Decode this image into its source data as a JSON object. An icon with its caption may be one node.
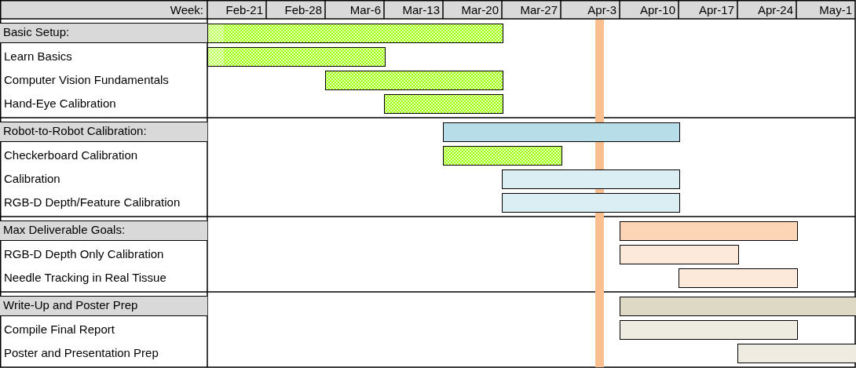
{
  "diagram": {
    "nodes": [
      {
        "text": [
          "Basic Setup:"
        ]
      },
      {
        "text": [],
        "shape": "bar"
      },
      {
        "text": [],
        "shape": "bar"
      },
      {
        "text": [],
        "shape": "bar"
      },
      {
        "text": [],
        "shape": "bar"
      },
      {
        "text": [
          "Robot-to-Robot Calibration:"
        ]
      },
      {
        "text": [],
        "shape": "bar"
      },
      {
        "text": [],
        "shape": "bar"
      },
      {
        "text": [],
        "shape": "bar"
      },
      {
        "text": [],
        "shape": "bar"
      },
      {
        "text": [
          "Max Deliverable Goals:"
        ]
      },
      {
        "text": [],
        "shape": "bar"
      },
      {
        "text": [],
        "shape": "bar"
      },
      {
        "text": [],
        "shape": "bar"
      },
      {
        "text": [
          "Write-Up and Poster Prep"
        ]
      },
      {
        "text": [],
        "shape": "bar"
      },
      {
        "text": [],
        "shape": "bar"
      },
      {
        "text": [],
        "shape": "bar"
      }
    ],
    "labels": [
      "Week:",
      "Feb-21",
      "Feb-28",
      "Mar-6",
      "Mar-13",
      "Mar-20",
      "Mar-27",
      "Apr-3",
      "Apr-10",
      "Apr-17",
      "Apr-24",
      "May-1",
      "Learn Basics",
      "Computer Vision Fundamentals",
      "Hand-Eye Calibration",
      "Checkerboard Calibration",
      "Calibration",
      "RGB-D Depth/Feature Calibration",
      "RGB-D Depth Only Calibration",
      "Needle Tracking in Real Tissue",
      "Compile Final Report",
      "Poster and Presentation Prep"
    ]
  }
}
